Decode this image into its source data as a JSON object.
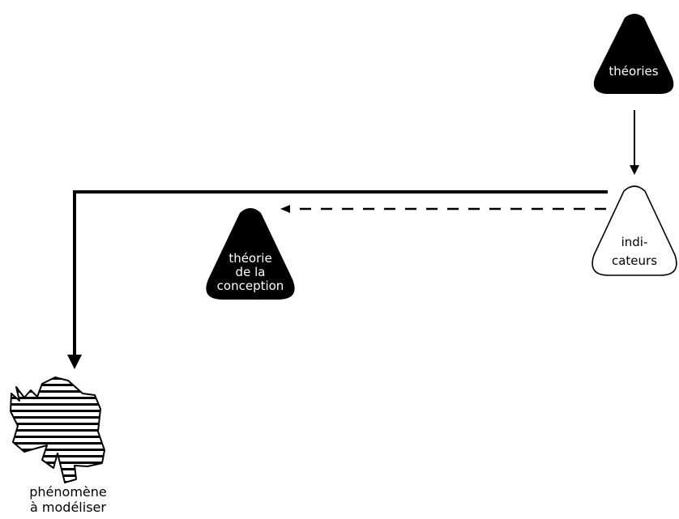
{
  "nodes": {
    "theories": {
      "label": "théories"
    },
    "indicators": {
      "label_lines": [
        "indi-",
        "cateurs"
      ]
    },
    "design_theory": {
      "label_lines": [
        "théorie",
        "de la",
        "conception"
      ]
    },
    "phenomenon": {
      "label_lines": [
        "phénomène",
        "à modéliser"
      ]
    }
  },
  "colors": {
    "ink": "#000000",
    "paper": "#ffffff"
  }
}
